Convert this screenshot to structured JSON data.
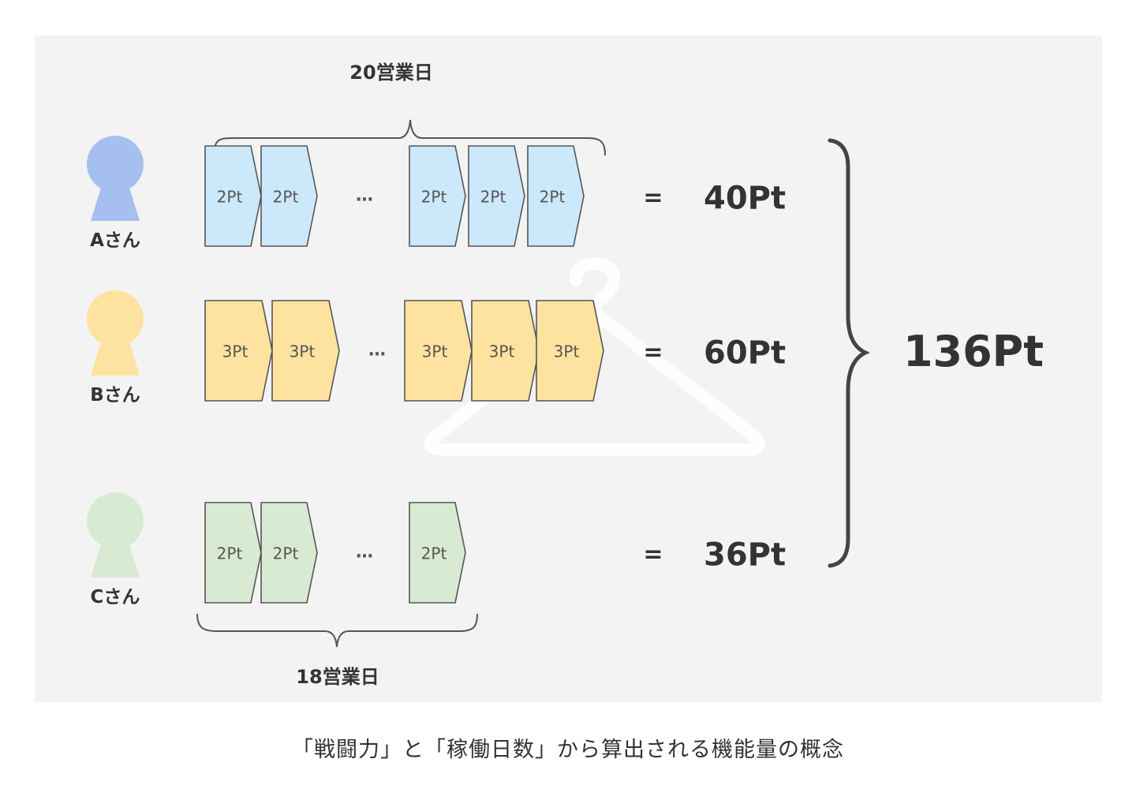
{
  "span_labels": {
    "top": "20営業日",
    "bottom": "18営業日"
  },
  "ellipsis": "…",
  "equals": "=",
  "total": "136Pt",
  "caption": "「戦闘力」と「稼働日数」から算出される機能量の概念",
  "persons": [
    {
      "label": "Aさん",
      "color": "#a5c0ee",
      "chevron_fill": "#cce9fb",
      "chip_label": "2Pt",
      "chips_before_ellipsis": 2,
      "chips_after_ellipsis": 3,
      "result": "40Pt"
    },
    {
      "label": "Bさん",
      "color": "#fee3a0",
      "chevron_fill": "#fee3a0",
      "chip_label": "3Pt",
      "chips_before_ellipsis": 2,
      "chips_after_ellipsis": 3,
      "result": "60Pt"
    },
    {
      "label": "Cさん",
      "color": "#d8ebd2",
      "chevron_fill": "#d8ebd2",
      "chip_label": "2Pt",
      "chips_before_ellipsis": 2,
      "chips_after_ellipsis": 1,
      "result": "36Pt"
    }
  ],
  "colors": {
    "outline": "#555555",
    "text": "#333333",
    "panel": "#f3f3f3",
    "watermark": "#ffffff"
  }
}
